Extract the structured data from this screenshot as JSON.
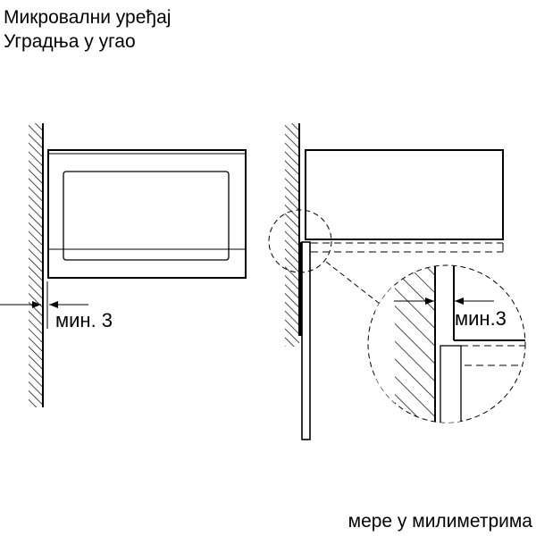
{
  "title": {
    "line1": "Микровални уређај",
    "line2": "Уградња у угао"
  },
  "left_figure": {
    "dimension_label": "мин. 3"
  },
  "right_figure": {
    "dimension_label": "мин.3"
  },
  "footer": {
    "units_note": "мере у милиметрима"
  },
  "colors": {
    "ink": "#000000",
    "background": "#ffffff"
  }
}
